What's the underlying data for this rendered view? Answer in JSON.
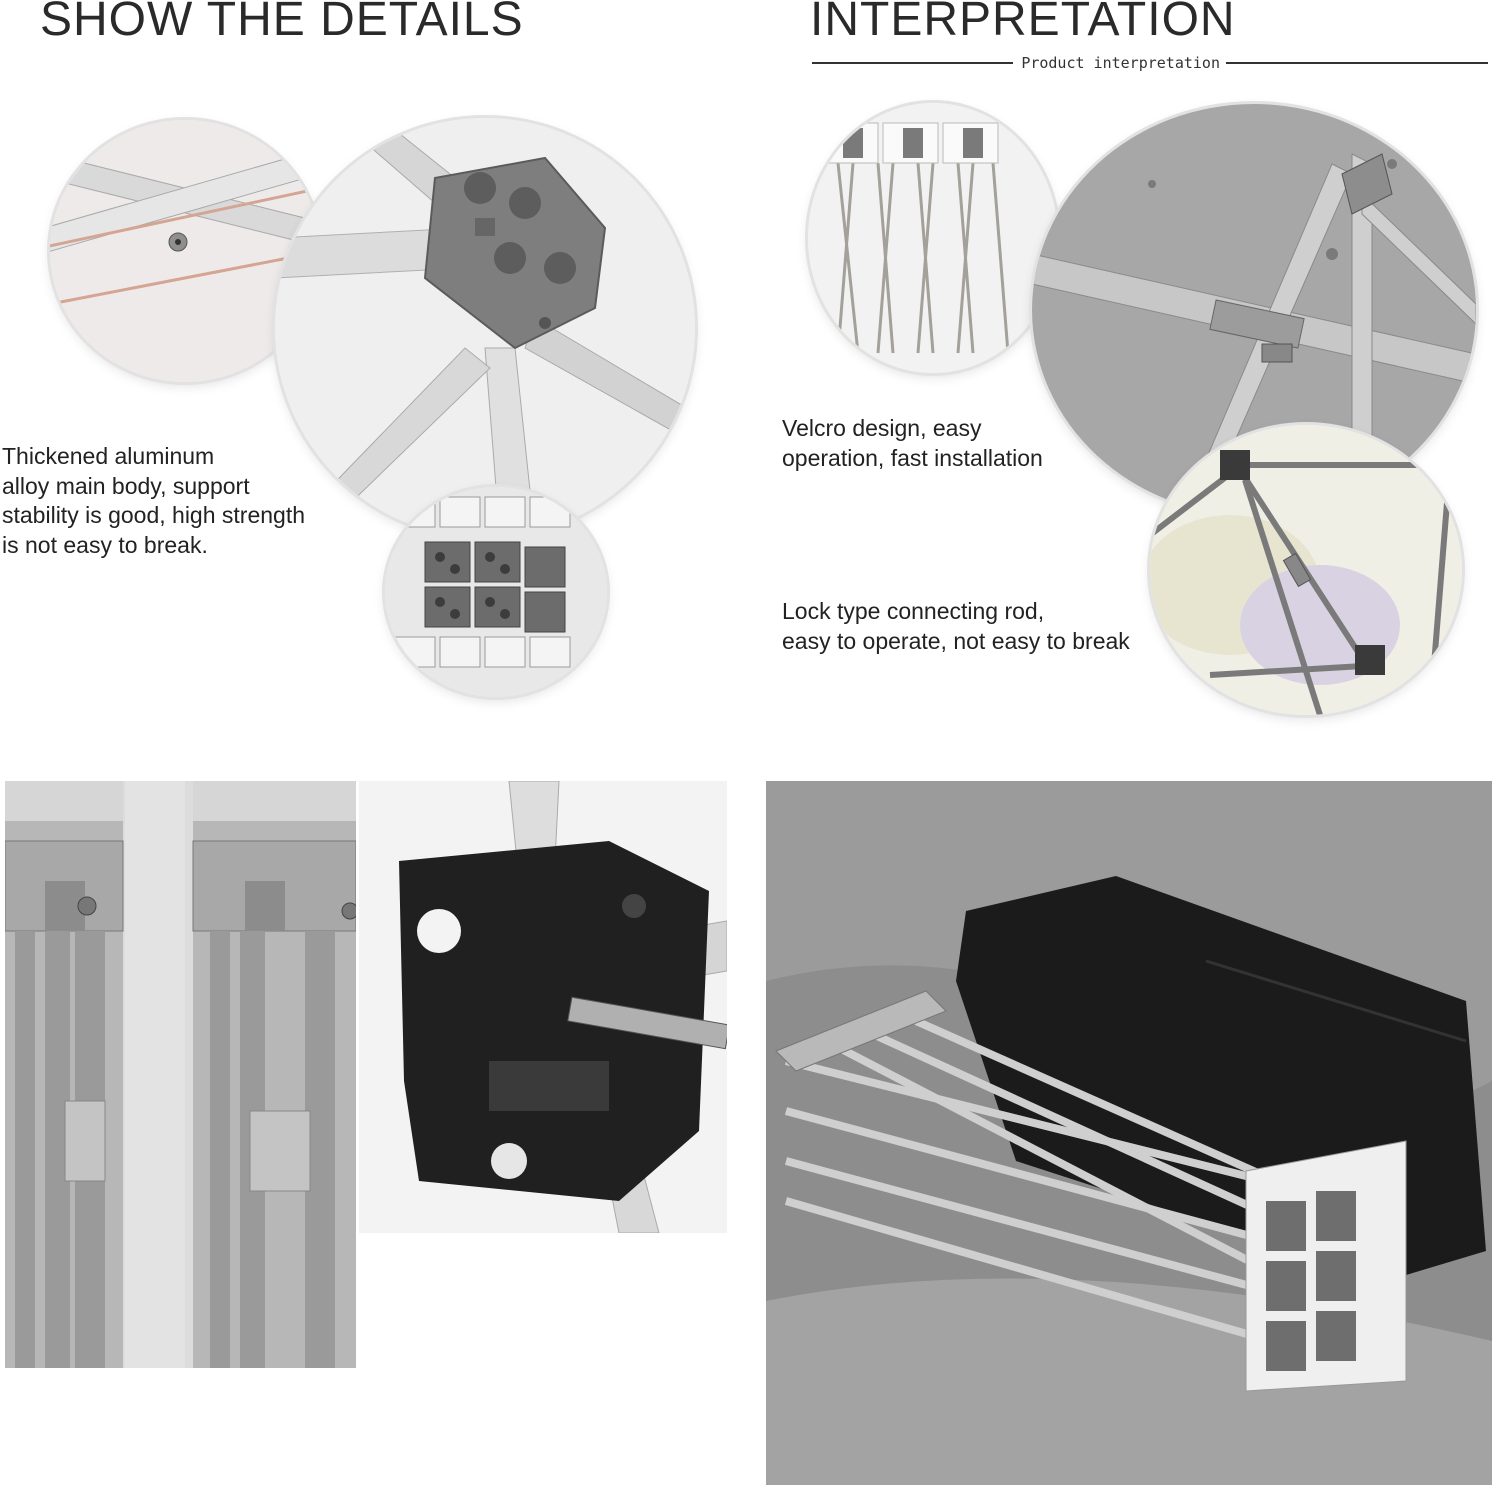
{
  "header": {
    "left_title": "SHOW THE DETAILS",
    "right_title": "INTERPRETATION",
    "right_subtitle": "Product interpretation"
  },
  "captions": {
    "aluminum": "Thickened aluminum\nalloy main body, support\nstability is good, high strength\nis not easy to break.",
    "velcro": "Velcro design, easy\noperation, fast installation",
    "lock": "Lock type connecting rod,\neasy to operate, not easy to break"
  },
  "icons": {
    "rod_crossing": "rod-crossing-detail-image",
    "corner_connector": "corner-connector-detail-image",
    "folded_joints": "folded-joints-detail-image",
    "folded_frame": "folded-frame-image",
    "lock_rod": "lock-rod-detail-image",
    "corner_frame": "canopy-corner-frame-image",
    "velcro_clip": "velcro-clip-photo",
    "black_connector": "black-connector-photo",
    "frame_with_bag": "folded-frame-with-bag-photo"
  },
  "colors": {
    "aluminum": "#c9c9c9",
    "connector_gray": "#7d7d7d",
    "connector_black": "#1f1f1f",
    "backdrop_gray": "#9a9a9a",
    "text": "#222222"
  }
}
